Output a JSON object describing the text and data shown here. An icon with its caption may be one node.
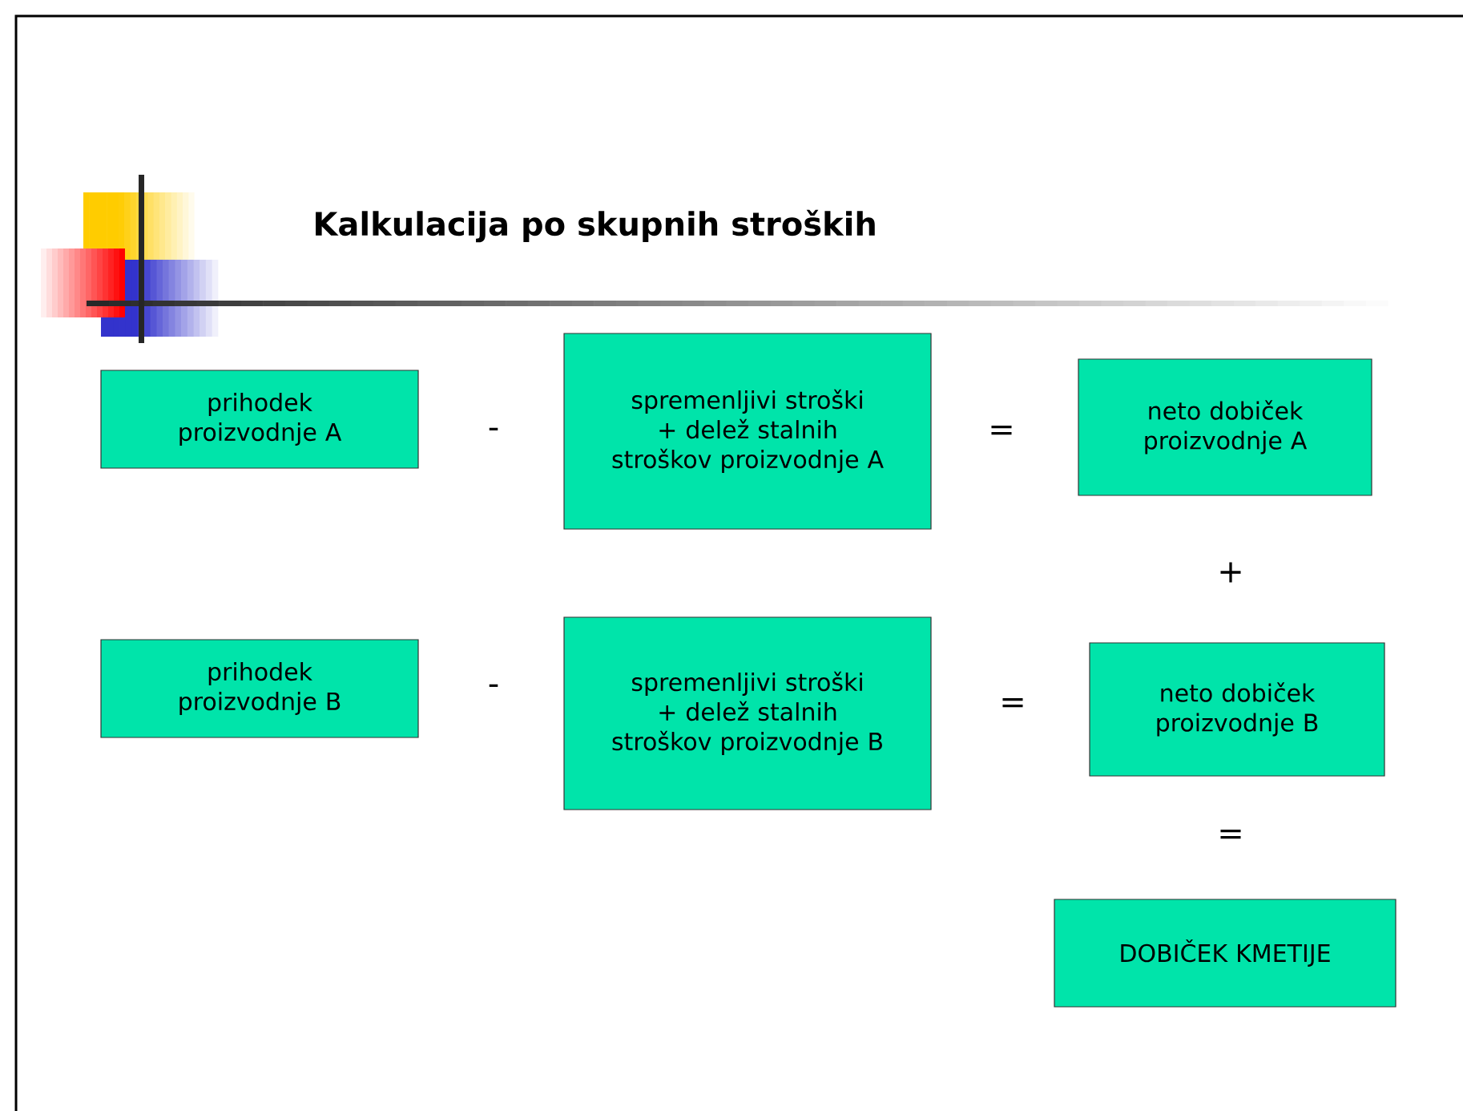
{
  "diagram": {
    "title": "Kalkulacija po skupnih stroških",
    "nodes": [
      {
        "text": [
          "prihodek proizvodnje A"
        ]
      },
      {
        "text": [
          "spremenljivi stroški + delež stalnih stroškov proizvodnje A"
        ]
      },
      {
        "text": [
          "neto dobiček proizvodnje A"
        ]
      },
      {
        "text": [
          "prihodek proizvodnje B"
        ]
      },
      {
        "text": [
          "spremenljivi stroški + delež stalnih stroškov proizvodnje B"
        ]
      },
      {
        "text": [
          "neto dobiček proizvodnje B"
        ]
      },
      {
        "text": [
          "DOBIČEK KMETIJE"
        ]
      }
    ],
    "labels": [
      "-",
      "=",
      "+",
      "-",
      "=",
      "="
    ]
  }
}
